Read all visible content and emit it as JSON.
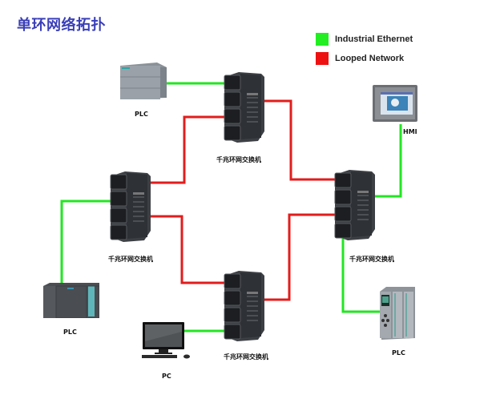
{
  "title": "单环网络拓扑",
  "legend": [
    {
      "label": "Industrial Ethernet",
      "color": "#22ee22"
    },
    {
      "label": "Looped Network",
      "color": "#ee1111"
    }
  ],
  "colors": {
    "ethernet": "#22e622",
    "loop": "#e31c1c",
    "title": "#3a3fb8",
    "device": "#3c3f44"
  },
  "devices": {
    "plc_top": "PLC",
    "plc_left": "PLC",
    "plc_right": "PLC",
    "hmi": "HMI",
    "pc": "PC",
    "switch_top": "千兆环网交换机",
    "switch_left": "千兆环网交换机",
    "switch_right": "千兆环网交换机",
    "switch_bottom": "千兆环网交换机"
  }
}
